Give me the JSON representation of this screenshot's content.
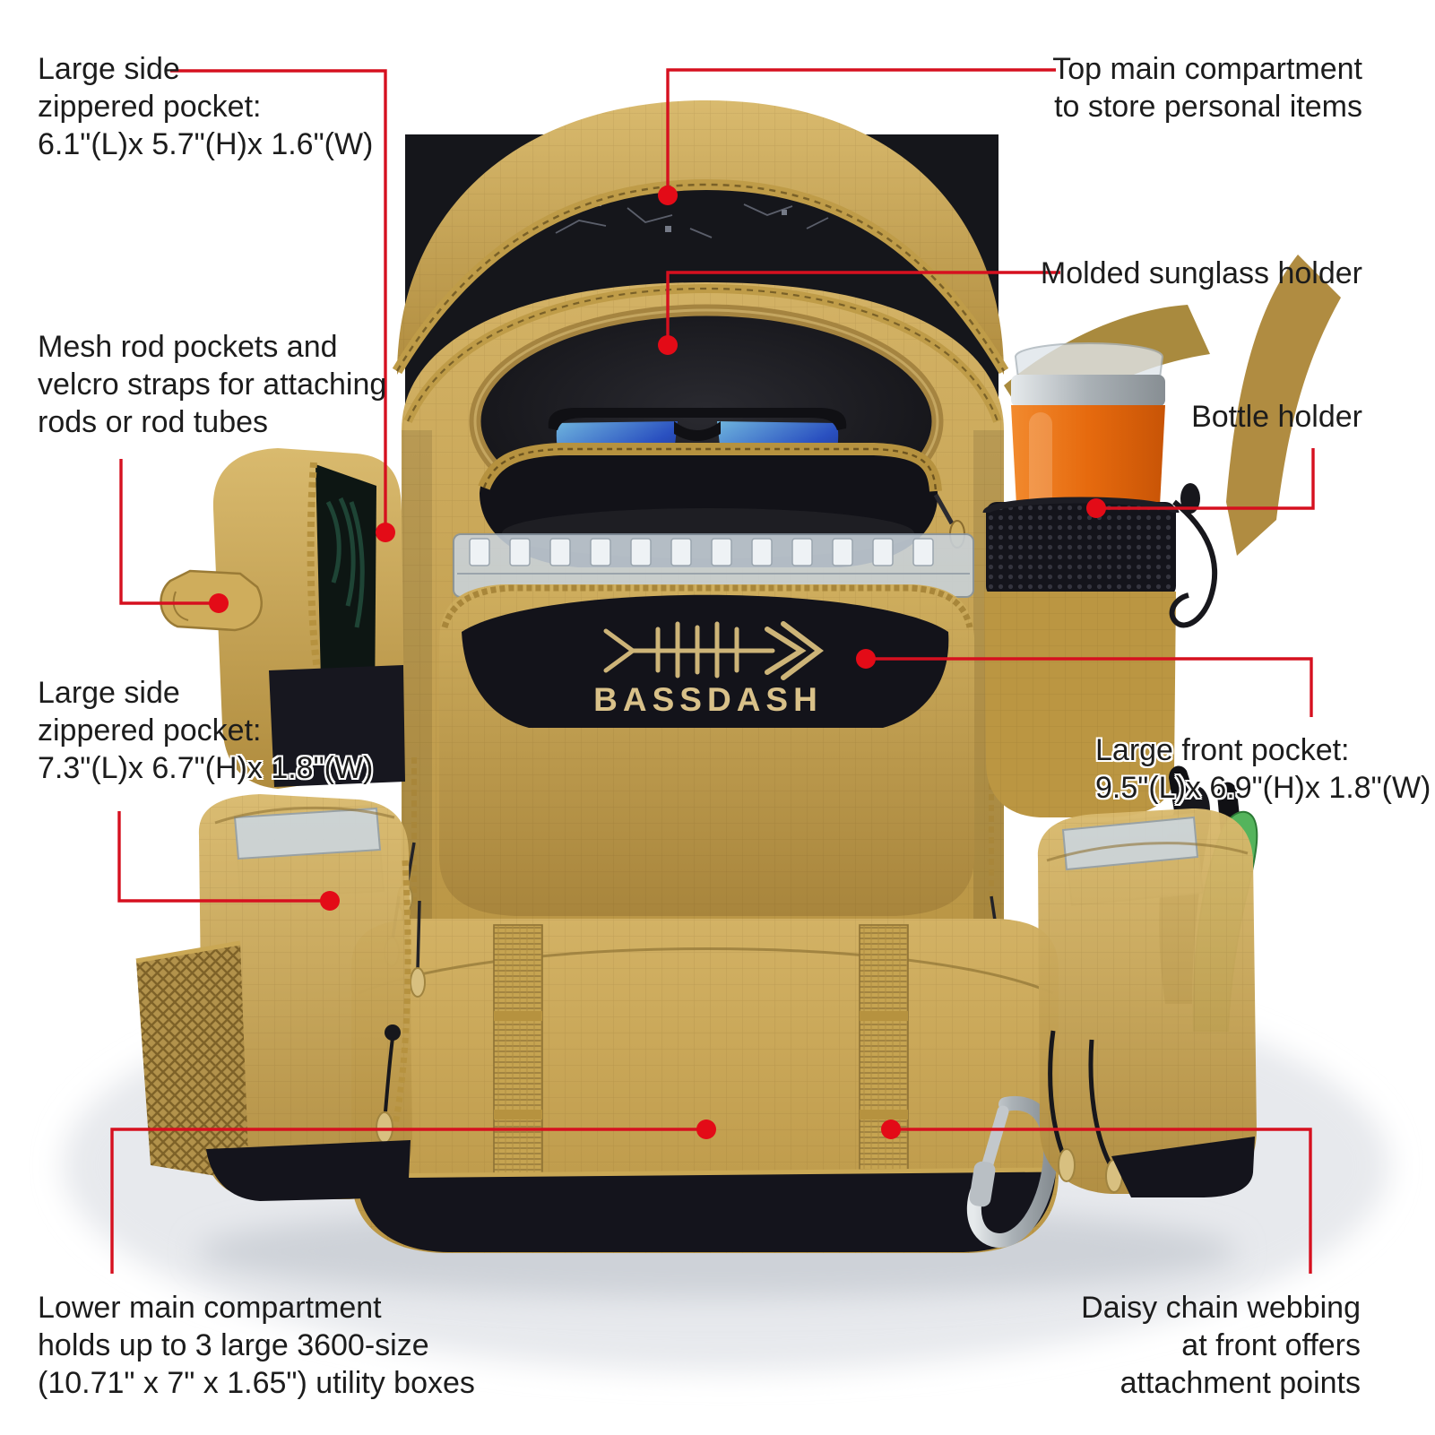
{
  "brand": {
    "logo_text": "BASSDASH"
  },
  "colors": {
    "callout_red": "#d6101f",
    "khaki": "#c2a04e",
    "black_fabric": "#15151c",
    "orange_tumbler": "#e2680f",
    "background": "#ffffff"
  },
  "annotations": {
    "top_left": {
      "line1": "Large side",
      "line2": "zippered pocket:",
      "line3": "6.1\"(L)x 5.7\"(H)x 1.6\"(W)"
    },
    "top_right": {
      "line1": "Top main compartment",
      "line2": "to store personal items"
    },
    "sunglass": {
      "line1": "Molded sunglass holder"
    },
    "bottle": {
      "line1": "Bottle holder"
    },
    "mesh_rod": {
      "line1": "Mesh rod pockets and",
      "line2": "velcro straps for attaching",
      "line3": "rods or rod tubes"
    },
    "mid_left": {
      "line1": "Large side",
      "line2": "zippered pocket:",
      "line3": "7.3\"(L)x 6.7\"(H)x 1.8\"(W)"
    },
    "front_pocket": {
      "line1": "Large front pocket:",
      "line2": "9.5\"(L)x 6.9\"(H)x 1.8\"(W)"
    },
    "bottom_left": {
      "line1": "Lower main compartment",
      "line2": "holds up to 3 large 3600-size",
      "line3": "(10.71\" x 7\" x 1.65\") utility boxes"
    },
    "bottom_right": {
      "line1": "Daisy chain webbing",
      "line2": "at front offers",
      "line3": "attachment points"
    }
  }
}
